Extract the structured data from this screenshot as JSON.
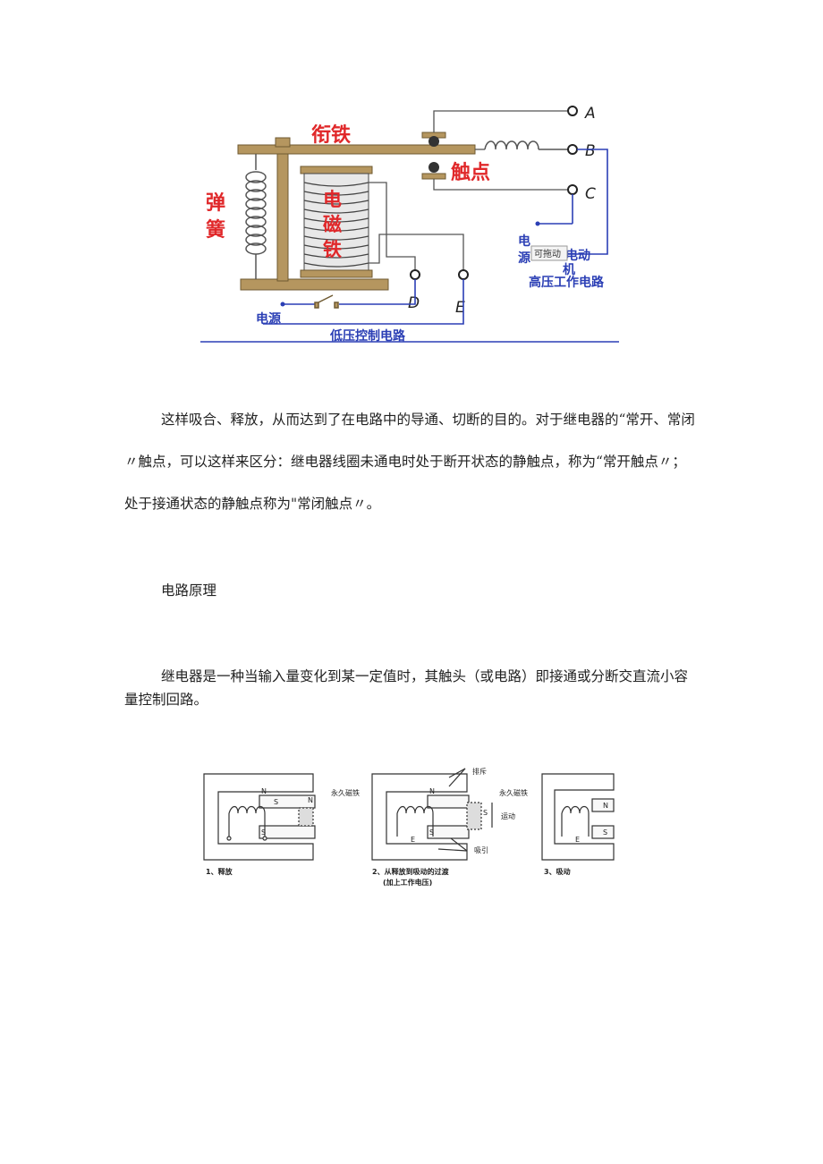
{
  "figure1": {
    "labels": {
      "armature": "衔铁",
      "contact": "触点",
      "spring": [
        "弹",
        "簧"
      ],
      "electromagnet": [
        "电",
        "磁",
        "铁"
      ],
      "A": "A",
      "B": "B",
      "C": "C",
      "D": "D",
      "E": "E",
      "power_left": "电源",
      "low_voltage": "低压控制电路",
      "power_right": [
        "电",
        "源"
      ],
      "motor": [
        "电动",
        "机"
      ],
      "high_voltage": "高压工作电路",
      "tooltip": "可拖动"
    },
    "colors": {
      "label_red": "#e0282a",
      "wire_blue": "#2b3fb5",
      "wood": "#b5965f",
      "wire_gray": "#555555"
    }
  },
  "paragraph1": "这样吸合、释放，从而达到了在电路中的导通、切断的目的。对于继电器的“常开、常闭〃触点，可以这样来区分：继电器线圈未通电时处于断开状态的静触点，称为“常开触点〃；处于接通状态的静触点称为\"常闭触点〃。",
  "heading": "电路原理",
  "paragraph2": "继电器是一种当输入量变化到某一定值时，其触头（或电路）即接通或分断交直流小容量控制回路。",
  "figure2": {
    "panel1": {
      "magnet": "永久磁铁",
      "caption": "1、释放"
    },
    "panel2": {
      "sort": "排斥",
      "magnet": "永久磁铁",
      "move": "运动",
      "attract": "吸引",
      "caption": "2、从释放到吸动的过渡",
      "caption2": "(加上工作电压)"
    },
    "panel3": {
      "caption": "3、吸动"
    },
    "pole_N": "N",
    "pole_S": "S",
    "E": "E"
  }
}
